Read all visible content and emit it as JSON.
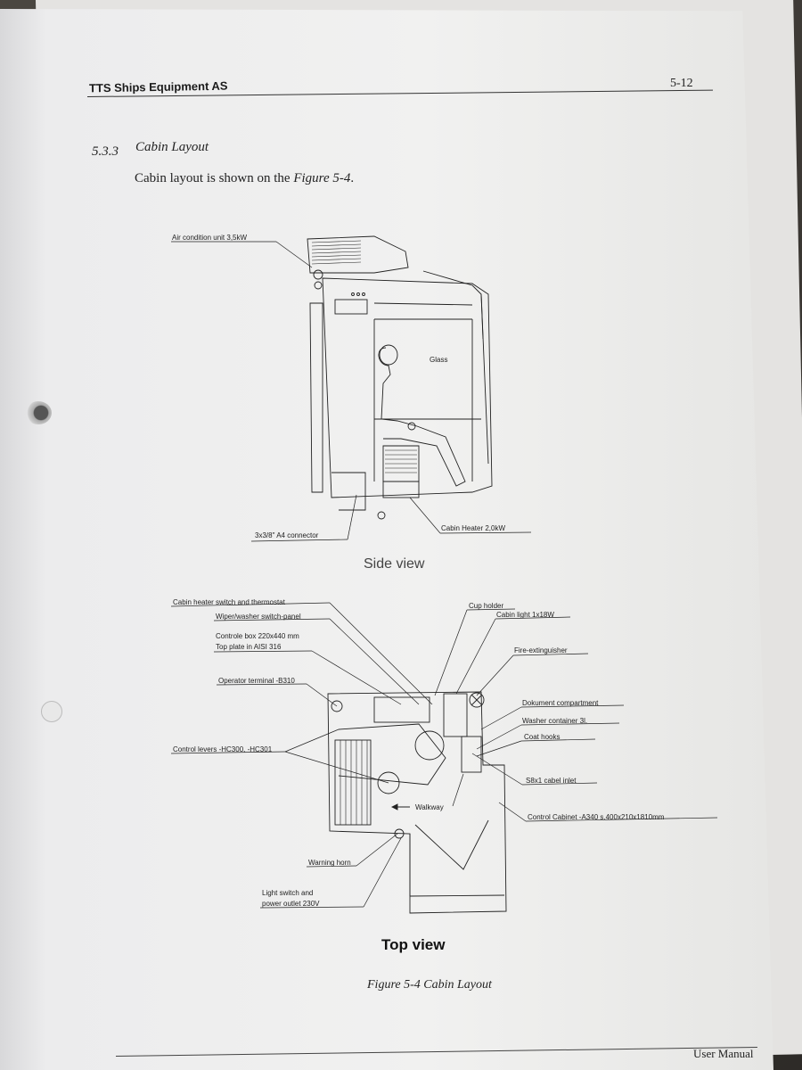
{
  "header": {
    "company": "TTS Ships Equipment AS",
    "page_number": "5-12"
  },
  "section": {
    "number": "5.3.3",
    "title": "Cabin Layout",
    "intro_prefix": "Cabin layout is shown on the ",
    "intro_figure": "Figure 5-4",
    "intro_suffix": "."
  },
  "side_view": {
    "label": "Side view",
    "callouts": {
      "air_condition": "Air condition unit 3,5kW",
      "glass": "Glass",
      "connector": "3x3/8\" A4 connector",
      "heater": "Cabin Heater 2,0kW"
    }
  },
  "top_view": {
    "label": "Top view",
    "callouts": {
      "heater_switch": "Cabin heater switch and thermostat",
      "wiper_switch": "Wiper/washer switch-panel",
      "controle_box_1": "Controle box 220x440 mm",
      "controle_box_2": "Top plate in AISI 316",
      "operator_terminal": "Operator terminal -B310",
      "control_levers": "Control levers -HC300, -HC301",
      "cup_holder": "Cup holder",
      "cabin_light": "Cabin light 1x18W",
      "fire_ext": "Fire-extinguisher",
      "dokument": "Dokument compartment",
      "washer": "Washer container 3l.",
      "coat_hooks": "Coat hooks",
      "cable_inlet": "S8x1 cabel inlet",
      "control_cabinet": "Control Cabinet -A340 s.400x210x1810mm",
      "walkway": "Walkway",
      "warning_horn": "Warning horn",
      "light_switch_1": "Light switch and",
      "light_switch_2": "power outlet 230V"
    }
  },
  "figure_caption": "Figure 5-4 Cabin Layout",
  "footer": {
    "manual": "User Manual"
  },
  "colors": {
    "ink": "#1a1a1a",
    "paper": "#f1f1f0",
    "desk": "#3d3a36"
  }
}
